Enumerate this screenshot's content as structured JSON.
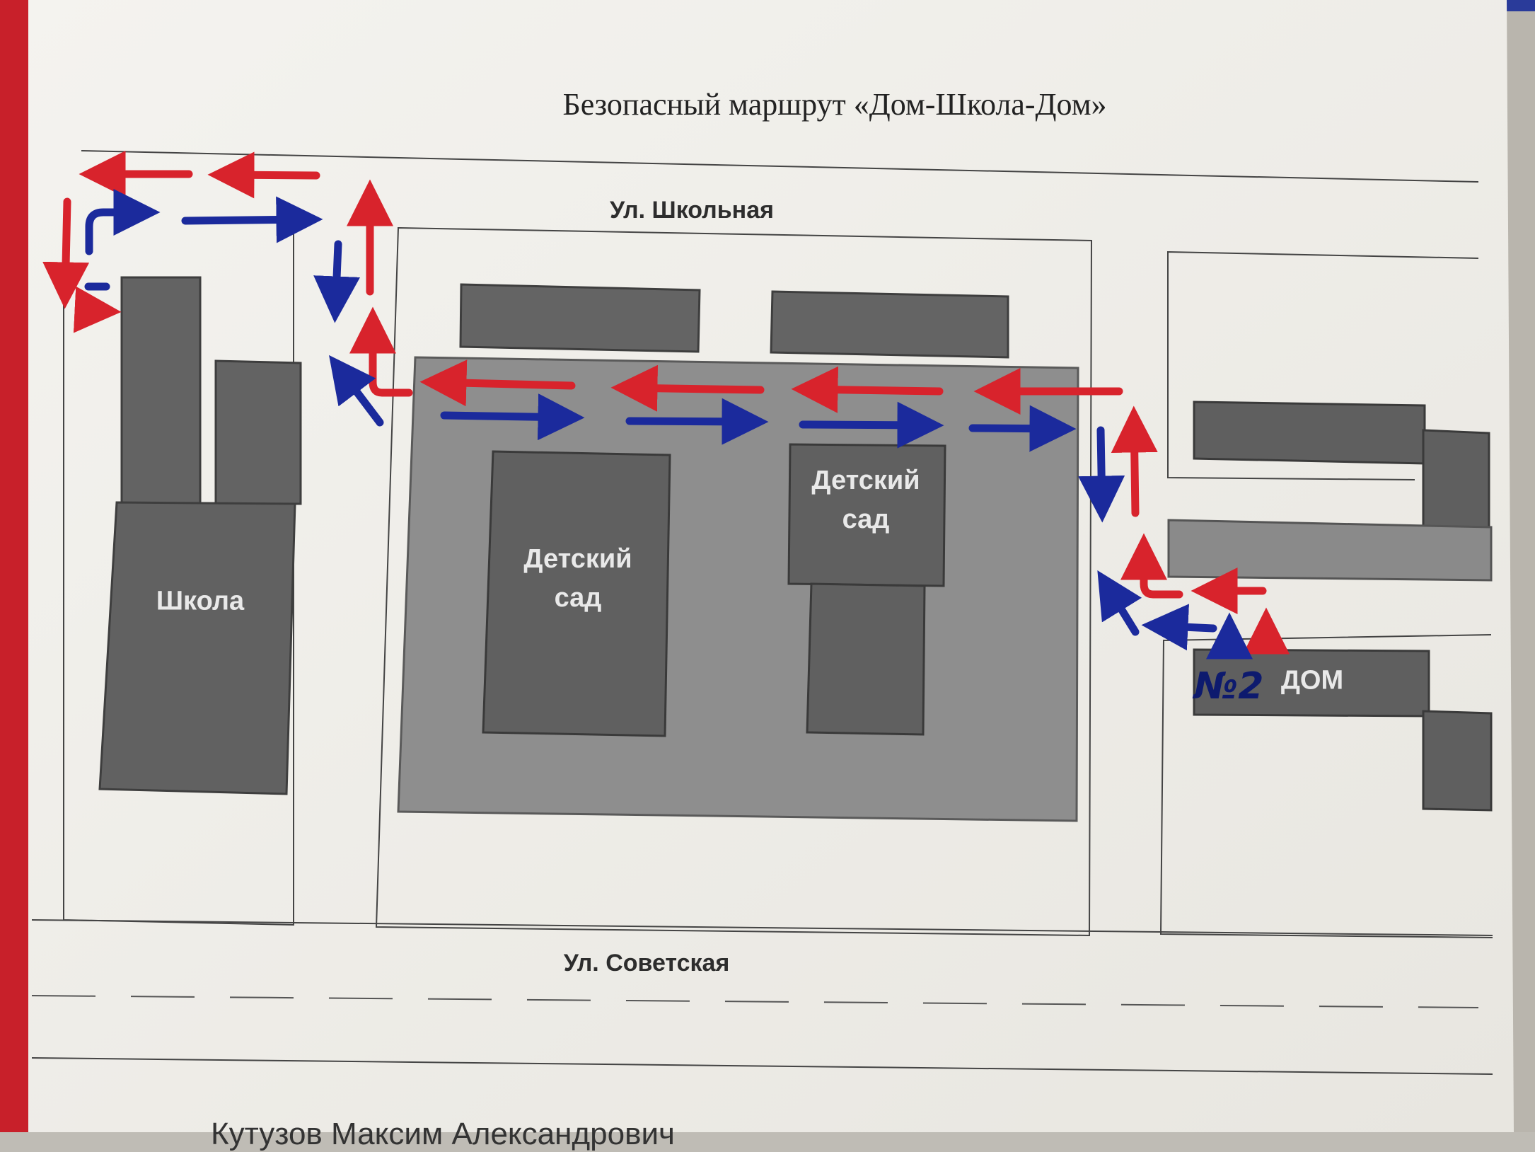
{
  "title": "Безопасный маршрут «Дом-Школа-Дом»",
  "streets": {
    "north": "Ул. Школьная",
    "south": "Ул. Советская"
  },
  "buildings": {
    "school": "Школа",
    "kindergarten_1": [
      "Детский",
      "сад"
    ],
    "kindergarten_2": [
      "Детский",
      "сад"
    ],
    "home_number": "№2",
    "home": "ДОМ"
  },
  "author": "Кутузов Максим Александрович",
  "legend_colors": {
    "route_to_school": "#1b2a9c",
    "route_to_home": "#d8232c"
  }
}
